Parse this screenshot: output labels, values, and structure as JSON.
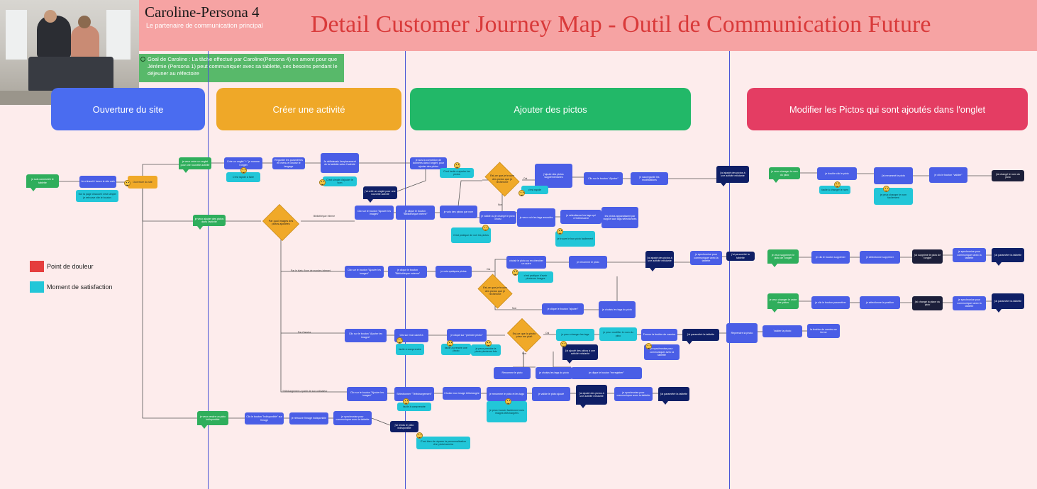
{
  "header": {
    "persona_title": "Caroline-Persona 4",
    "persona_subtitle": "Le partenaire de communication principal",
    "main_title": "Detail Customer Journey Map - Outil de Communication Future",
    "goal_text": "Goal de Caroline : La tâche effectué par Caroline(Persona 4) en amont pour que Jérémie (Persona 1) peut communiquer  avec sa tablette, ses besoins pendant le déjeuner au réfectoire",
    "goal_icon": "target-icon"
  },
  "phases": [
    {
      "label": "Ouverture du site",
      "color": "#4a6cf0"
    },
    {
      "label": "Créer une activité",
      "color": "#efa828"
    },
    {
      "label": "Ajouter des pictos",
      "color": "#22b868"
    },
    {
      "label": "Modifier les Pictos qui sont ajoutés dans l'onglet",
      "color": "#e43d63"
    }
  ],
  "legend": [
    {
      "label": "Point de douleur",
      "color": "#e53e3e"
    },
    {
      "label": "Moment de satisfaction",
      "color": "#22c6d8"
    }
  ],
  "colors": {
    "background": "#fdecec",
    "header": "#f6a3a3",
    "title": "#d93a3a",
    "divider": "#4a55d6",
    "process": "#4a5ee6",
    "final": "#0f1f66",
    "decision": "#f0a928",
    "start": "#2fae5c",
    "satisfaction": "#22c6d8"
  },
  "diagram": {
    "nodes": [
      {
        "k": "green",
        "t": "je suis connectée le tablette",
        "s": true
      },
      {
        "k": "blue",
        "t": "Je m'inscrit / lance le site web"
      },
      {
        "k": "cyan",
        "t": "Sur la page d'accueil c'est simple je retrouve vite le bouton"
      },
      {
        "k": "orange",
        "t": "Ouverture du site"
      },
      {
        "k": "green",
        "t": "je veux créer un onglet pour une nouvelle activité",
        "s": true
      },
      {
        "k": "blue",
        "t": "Crée un onglet \"+\" je nomme l'onglet"
      },
      {
        "k": "cyan",
        "t": "C'est rapide à faire"
      },
      {
        "k": "blue",
        "t": "Regarder les paramètres en menu et choisir le langage"
      },
      {
        "k": "blue",
        "t": "Je définissais l'emplacement de la tablette selon l'activité"
      },
      {
        "k": "cyan",
        "t": "C'est simple d'ajouter le nom"
      },
      {
        "k": "blue",
        "t": "je suis la connexion de données dans l'onglet, pour ajouter des pictos"
      },
      {
        "k": "navy",
        "t": "j'ai créé un onglet pour une nouvelle activité",
        "s": true
      },
      {
        "k": "cyan",
        "t": "C'est facile à ajouter les pictos"
      },
      {
        "k": "green",
        "t": "je veux ajouter des pictos dans l'activité",
        "s": true
      },
      {
        "k": "blue",
        "t": "Clic sur le bouton \"Ajouter les images\""
      },
      {
        "k": "blue",
        "t": "je clique le bouton \"Bibliothèque interne\""
      },
      {
        "k": "blue",
        "t": "je vois des pictos par nom"
      },
      {
        "k": "blue",
        "t": "je valide ou je change le picto choisi"
      },
      {
        "k": "blue",
        "t": "je veux voir les tags associés"
      },
      {
        "k": "cyan",
        "t": "C'est pratique de voir les pictos"
      },
      {
        "k": "cyan",
        "t": "je trouve le bon picto facilement"
      },
      {
        "k": "blue",
        "t": "je sélectionne les tags qui m'intéressent"
      },
      {
        "k": "blue",
        "t": "les pictos apparaissent par rapport aux tags sélectionnés"
      },
      {
        "k": "blue",
        "t": "j'ajoute des pictos supplémentaires"
      },
      {
        "k": "cyan",
        "t": "c'est rapide"
      },
      {
        "k": "blue",
        "t": "Clic sur le bouton \"Ajouter\""
      },
      {
        "k": "blue",
        "t": "je sauvegarde les modifications"
      },
      {
        "k": "navy",
        "t": "j'ai ajouté des pictos à une activité existante",
        "s": true
      },
      {
        "k": "blue",
        "t": "Clic sur le bouton \"Ajouter les images\""
      },
      {
        "k": "blue",
        "t": "je clique le bouton \"Bibliothèque externe\""
      },
      {
        "k": "blue",
        "t": "je vois quelques pictos"
      },
      {
        "k": "blue",
        "t": "choisir le picto ou en chercher un autre"
      },
      {
        "k": "cyan",
        "t": "c'est pratique d'avoir plusieurs images"
      },
      {
        "k": "blue",
        "t": "je renomme le picto"
      },
      {
        "k": "blue",
        "t": "je choisis les tags du picto"
      },
      {
        "k": "blue",
        "t": "je clique le bouton \"ajouter\""
      },
      {
        "k": "navy",
        "t": "j'ai ajouté des pictos à une activité existante",
        "s": true
      },
      {
        "k": "blue",
        "t": "je synchronise pour communiquer avec la tablette"
      },
      {
        "k": "navy",
        "t": "j'ai paramétré la tablette"
      },
      {
        "k": "blue",
        "t": "Clic sur le bouton \"Ajouter les images\""
      },
      {
        "k": "blue",
        "t": "Clic sur mon caméra"
      },
      {
        "k": "blue",
        "t": "je clique sur \"prendre photo\""
      },
      {
        "k": "cyan",
        "t": "facile à comprendre"
      },
      {
        "k": "cyan",
        "t": "facile à prendre une photo"
      },
      {
        "k": "cyan",
        "t": "je peux prendre la photo plusieurs fois"
      },
      {
        "k": "blue",
        "t": "Renomme le picto"
      },
      {
        "k": "blue",
        "t": "je choisis les tags du picto"
      },
      {
        "k": "blue",
        "t": "je clique le bouton \"enregistrer\""
      },
      {
        "k": "cyan",
        "t": "je peux changer les tags"
      },
      {
        "k": "cyan",
        "t": "je peux modifier le nom du picto"
      },
      {
        "k": "blue",
        "t": "Fermer la fenêtre de caméra"
      },
      {
        "k": "navy",
        "t": "j'ai ajouté des pictos à une activité existante",
        "s": true
      },
      {
        "k": "blue",
        "t": "je synchronise pour communiquer avec la tablette"
      },
      {
        "k": "navy",
        "t": "j'ai paramétré la tablette",
        "s": true
      },
      {
        "k": "blue",
        "t": "Reprendre la photo"
      },
      {
        "k": "blue",
        "t": "Valider la photo"
      },
      {
        "k": "blue",
        "t": "la fenêtre de caméra se ferme"
      },
      {
        "k": "blue",
        "t": "Clic sur le bouton \"Ajouter les images\""
      },
      {
        "k": "blue",
        "t": "Sélectionner \"Téléchargement\""
      },
      {
        "k": "cyan",
        "t": "facile à comprendre"
      },
      {
        "k": "blue",
        "t": "Choisir mon image téléchargée"
      },
      {
        "k": "blue",
        "t": "je renomme le picto et les tags"
      },
      {
        "k": "cyan",
        "t": "je peux trouver facilement mes images téléchargées"
      },
      {
        "k": "blue",
        "t": "je valide le picto ajouté"
      },
      {
        "k": "navy",
        "t": "j'ai ajouté des pictos à une activité existante",
        "s": true
      },
      {
        "k": "blue",
        "t": "je synchronise pour communiquer avec la tablette"
      },
      {
        "k": "navy",
        "t": "j'ai paramétré la tablette",
        "s": true
      },
      {
        "k": "green",
        "t": "je veux rendre un picto indisponible",
        "s": true
      },
      {
        "k": "blue",
        "t": "Clic le bouton \"Indisponible\" sur l'image"
      },
      {
        "k": "blue",
        "t": "je retrouve l'image indisponible"
      },
      {
        "k": "blue",
        "t": "je synchronise pour communiquer avec la tablette"
      },
      {
        "k": "navy",
        "t": "j'ai rendu le picto indisponible"
      },
      {
        "k": "cyan",
        "t": "C'est bien de réparer la personnalisation d'un picto/caméra"
      },
      {
        "k": "green",
        "t": "je veux changer le nom du picto",
        "s": true
      },
      {
        "k": "blue",
        "t": "je double clic le picto"
      },
      {
        "k": "cyan",
        "t": "facile à changer le nom"
      },
      {
        "k": "blue",
        "t": "j'ai renommé le picto"
      },
      {
        "k": "cyan",
        "t": "je peux changer le nom facilement"
      },
      {
        "k": "blue",
        "t": "je clic le bouton \"valider\""
      },
      {
        "k": "dark",
        "t": "j'ai changé le nom du picto"
      },
      {
        "k": "green",
        "t": "je veux supprimer le picto de l'onglet",
        "s": true
      },
      {
        "k": "blue",
        "t": "je clic le bouton supprimer"
      },
      {
        "k": "blue",
        "t": "je sélectionne supprimer"
      },
      {
        "k": "dark",
        "t": "j'ai supprimé le picto de l'onglet"
      },
      {
        "k": "blue",
        "t": "je synchronise pour communiquer avec la tablette"
      },
      {
        "k": "navy",
        "t": "j'ai paramétré la tablette",
        "s": true
      },
      {
        "k": "green",
        "t": "je veux changer le ordre des pictos",
        "s": true
      },
      {
        "k": "blue",
        "t": "je clic le bouton paramétrer"
      },
      {
        "k": "blue",
        "t": "je sélectionne la position"
      },
      {
        "k": "dark",
        "t": "j'ai changé la place du picto"
      },
      {
        "k": "blue",
        "t": "je synchronise pour communiquer avec la tablette"
      },
      {
        "k": "navy",
        "t": "j'ai paramétré la tablette",
        "s": true
      }
    ],
    "decisions": [
      "Par quoi images des pictos ajoutées",
      "Est-ce que je trouve des pictos que je recherche",
      "Est-ce que je trouve des pictos que je recherche",
      "Est-ce que la photo prise me plaît"
    ],
    "edge_labels": [
      "Bibliothèque Interne",
      "Par le biais d'une de mondes internet",
      "Par Caméra",
      "Téléchargement à partir de son ordinateur",
      "Oui",
      "Non",
      "Oui",
      "Non",
      "Oui",
      "Non"
    ]
  }
}
